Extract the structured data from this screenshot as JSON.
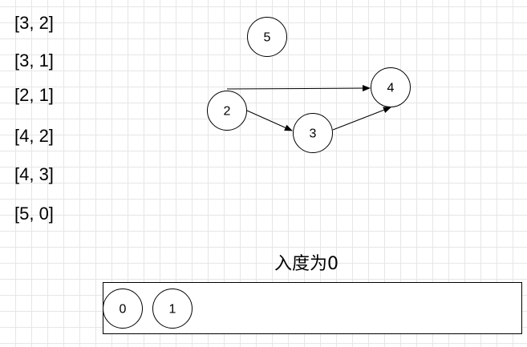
{
  "edges": [
    "[3, 2]",
    "[3, 1]",
    "[2, 1]",
    "[4, 2]",
    "[4, 3]",
    "[5, 0]"
  ],
  "graph": {
    "nodes": [
      "5",
      "2",
      "3",
      "4"
    ],
    "arrows": [
      {
        "from": "2",
        "to": "4"
      },
      {
        "from": "2",
        "to": "3"
      },
      {
        "from": "3",
        "to": "4"
      }
    ]
  },
  "queue": {
    "title": "入度为0",
    "items": [
      "0",
      "1"
    ]
  }
}
